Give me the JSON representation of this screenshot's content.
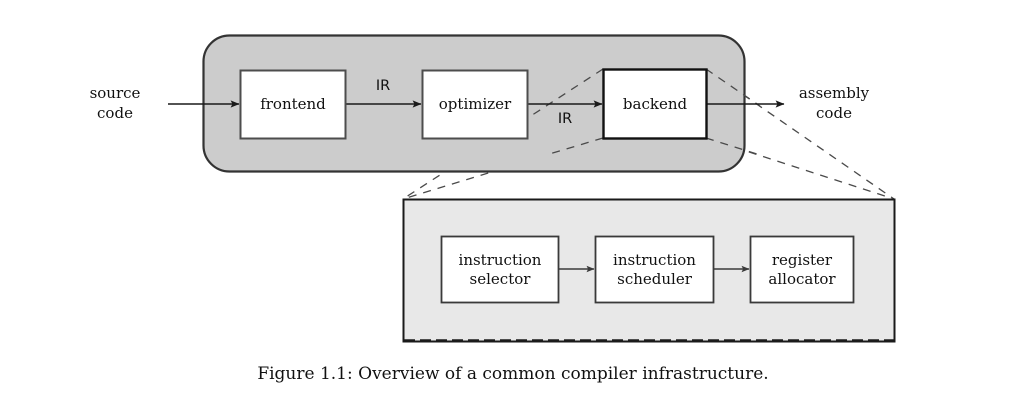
{
  "figure": {
    "caption": "Figure 1.1: Overview of a common compiler infrastructure.",
    "background_color": "#ffffff"
  },
  "colors": {
    "outer_stage_fill": "#cccccc",
    "outer_stage_stroke": "#333333",
    "detail_panel_fill": "#e8e8e8",
    "detail_panel_stroke": "#1a1a1a",
    "node_fill": "#ffffff",
    "node_stroke": "#4d4d4d",
    "highlight_node_stroke": "#111111",
    "arrow_stroke": "#1a1a1a",
    "callout_stroke": "#444444",
    "callout_inner_stroke": "#d0d0d0",
    "text": "#111111"
  },
  "io": {
    "input_label": "source\ncode",
    "output_label": "assembly\ncode"
  },
  "pipeline": {
    "container_name": "compiler",
    "stages": [
      {
        "id": "frontend",
        "label": "frontend"
      },
      {
        "id": "optimizer",
        "label": "optimizer"
      },
      {
        "id": "backend",
        "label": "backend",
        "expanded": true
      }
    ],
    "edge_labels": [
      {
        "id": "ir-frontend-optimizer",
        "label": "IR"
      },
      {
        "id": "ir-optimizer-backend",
        "label": "IR"
      }
    ]
  },
  "backend_detail": {
    "container_name": "backend-detail",
    "stages": [
      {
        "id": "instruction-selector",
        "label": "instruction\nselector"
      },
      {
        "id": "instruction-scheduler",
        "label": "instruction\nscheduler"
      },
      {
        "id": "register-allocator",
        "label": "register\nallocator"
      }
    ]
  },
  "chart_data": {
    "type": "diagram",
    "title": "Overview of a common compiler infrastructure.",
    "nodes": [
      {
        "id": "source-code",
        "label": "source code",
        "kind": "io"
      },
      {
        "id": "frontend",
        "label": "frontend",
        "kind": "stage",
        "parent": "compiler"
      },
      {
        "id": "optimizer",
        "label": "optimizer",
        "kind": "stage",
        "parent": "compiler"
      },
      {
        "id": "backend",
        "label": "backend",
        "kind": "stage",
        "parent": "compiler"
      },
      {
        "id": "assembly-code",
        "label": "assembly code",
        "kind": "io"
      },
      {
        "id": "instruction-selector",
        "label": "instruction selector",
        "kind": "stage",
        "parent": "backend-detail"
      },
      {
        "id": "instruction-scheduler",
        "label": "instruction scheduler",
        "kind": "stage",
        "parent": "backend-detail"
      },
      {
        "id": "register-allocator",
        "label": "register allocator",
        "kind": "stage",
        "parent": "backend-detail"
      }
    ],
    "edges": [
      {
        "from": "source-code",
        "to": "frontend",
        "label": ""
      },
      {
        "from": "frontend",
        "to": "optimizer",
        "label": "IR"
      },
      {
        "from": "optimizer",
        "to": "backend",
        "label": "IR"
      },
      {
        "from": "backend",
        "to": "assembly-code",
        "label": ""
      },
      {
        "from": "instruction-selector",
        "to": "instruction-scheduler",
        "label": ""
      },
      {
        "from": "instruction-scheduler",
        "to": "register-allocator",
        "label": ""
      },
      {
        "from": "backend",
        "to": "backend-detail",
        "label": "",
        "style": "dashed-callout"
      }
    ]
  }
}
